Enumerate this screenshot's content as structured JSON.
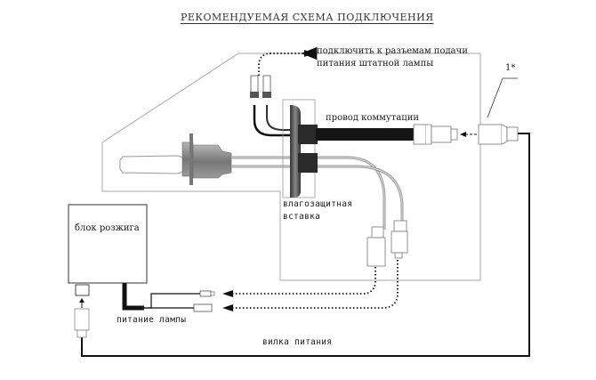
{
  "title": "РЕКОМЕНДУЕМАЯ СХЕМА ПОДКЛЮЧЕНИЯ",
  "labels": {
    "connect_to_stock": [
      "подключить к разъемам подачи",
      "питания штатной лампы"
    ],
    "switch_wire": "провод коммутации",
    "waterproof_insert": [
      "влагозащитная",
      "вставка"
    ],
    "ignition_unit": "блок розжига",
    "lamp_power": "питание лампы",
    "power_plug": "вилка питания",
    "note_marker": "1*"
  },
  "colors": {
    "line": "#111111",
    "outline": "#9a9a9a",
    "lamp_body": "#8a8a8a",
    "dark_cable": "#1a1a1a",
    "grey_cable": "#9a9a9a"
  }
}
